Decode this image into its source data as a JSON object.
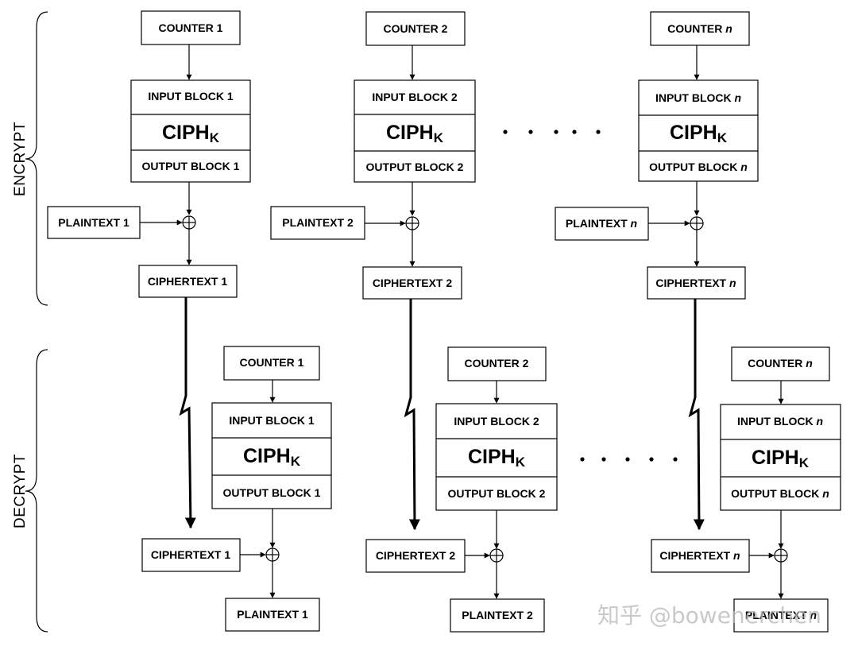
{
  "sections": {
    "encrypt_label": "ENCRYPT",
    "decrypt_label": "DECRYPT"
  },
  "cipher": {
    "main": "CIPH",
    "sub": "K"
  },
  "encrypt": [
    {
      "counter": {
        "text": "COUNTER",
        "suffix": "1"
      },
      "input": {
        "text": "INPUT BLOCK",
        "suffix": "1"
      },
      "output": {
        "text": "OUTPUT BLOCK",
        "suffix": "1"
      },
      "plaintext": {
        "text": "PLAINTEXT",
        "suffix": "1"
      },
      "ciphertext": {
        "text": "CIPHERTEXT",
        "suffix": "1"
      }
    },
    {
      "counter": {
        "text": "COUNTER",
        "suffix": "2"
      },
      "input": {
        "text": "INPUT BLOCK",
        "suffix": "2"
      },
      "output": {
        "text": "OUTPUT BLOCK",
        "suffix": "2"
      },
      "plaintext": {
        "text": "PLAINTEXT",
        "suffix": "2"
      },
      "ciphertext": {
        "text": "CIPHERTEXT",
        "suffix": "2"
      }
    },
    {
      "counter": {
        "text": "COUNTER",
        "suffix": "n"
      },
      "input": {
        "text": "INPUT BLOCK",
        "suffix": "n"
      },
      "output": {
        "text": "OUTPUT BLOCK",
        "suffix": "n"
      },
      "plaintext": {
        "text": "PLAINTEXT",
        "suffix": "n"
      },
      "ciphertext": {
        "text": "CIPHERTEXT",
        "suffix": "n"
      }
    }
  ],
  "decrypt": [
    {
      "counter": {
        "text": "COUNTER",
        "suffix": "1"
      },
      "input": {
        "text": "INPUT BLOCK",
        "suffix": "1"
      },
      "output": {
        "text": "OUTPUT BLOCK",
        "suffix": "1"
      },
      "ciphertext": {
        "text": "CIPHERTEXT",
        "suffix": "1"
      },
      "plaintext": {
        "text": "PLAINTEXT",
        "suffix": "1"
      }
    },
    {
      "counter": {
        "text": "COUNTER",
        "suffix": "2"
      },
      "input": {
        "text": "INPUT BLOCK",
        "suffix": "2"
      },
      "output": {
        "text": "OUTPUT BLOCK",
        "suffix": "2"
      },
      "ciphertext": {
        "text": "CIPHERTEXT",
        "suffix": "2"
      },
      "plaintext": {
        "text": "PLAINTEXT",
        "suffix": "2"
      }
    },
    {
      "counter": {
        "text": "COUNTER",
        "suffix": "n"
      },
      "input": {
        "text": "INPUT BLOCK",
        "suffix": "n"
      },
      "output": {
        "text": "OUTPUT BLOCK",
        "suffix": "n"
      },
      "ciphertext": {
        "text": "CIPHERTEXT",
        "suffix": "n"
      },
      "plaintext": {
        "text": "PLAINTEXT",
        "suffix": "n"
      }
    }
  ],
  "watermark": "知乎 @bowenerchen"
}
